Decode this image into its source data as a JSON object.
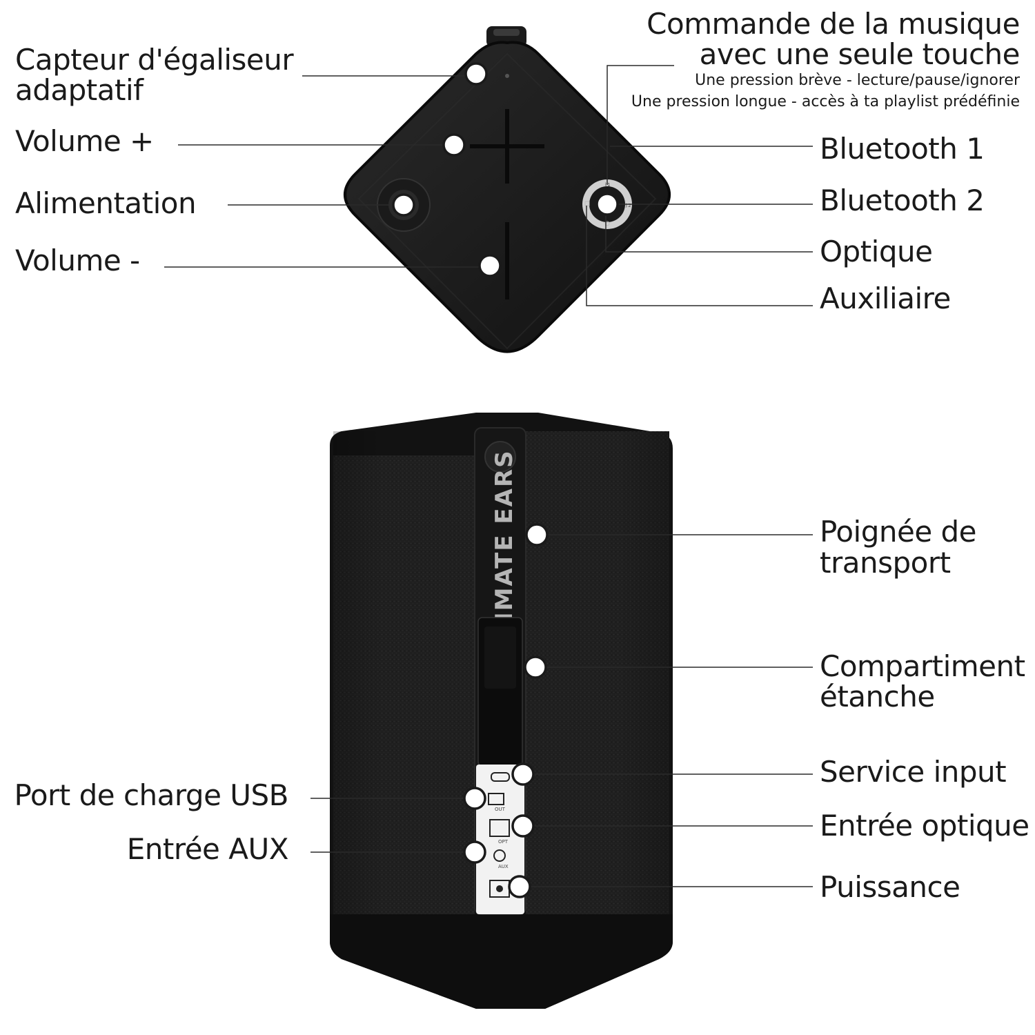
{
  "colors": {
    "body": "#141414",
    "fabric": "#1e1e1e",
    "panel": "#f2f2f2",
    "line": "#2a2a2a",
    "text": "#1a1a1a",
    "brand": "#b5b5b5"
  },
  "top_view": {
    "labels": {
      "eq_sensor": [
        "Capteur d'égaliseur",
        "adaptatif"
      ],
      "volume_up": "Volume +",
      "power": "Alimentation",
      "volume_down": "Volume -",
      "music_control_title": [
        "Commande de la musique",
        "avec une seule touche"
      ],
      "music_control_short": "Une pression brève - lecture/pause/ignorer",
      "music_control_long": "Une pression longue - accès à ta playlist prédéfinie",
      "bluetooth1": "Bluetooth 1",
      "bluetooth2": "Bluetooth 2",
      "optical": "Optique",
      "aux": "Auxiliaire"
    }
  },
  "side_view": {
    "brand_text": "IMATE EARS",
    "labels": {
      "handle": [
        "Poignée de",
        "transport"
      ],
      "waterproof": [
        "Compartiment",
        "étanche"
      ],
      "service_input": "Service input",
      "usb_charge": "Port de charge USB",
      "optical_in": "Entrée optique",
      "aux_in": "Entrée AUX",
      "power": "Puissance"
    },
    "port_marks": {
      "out": "OUT",
      "opt": "OPT",
      "aux": "AUX"
    }
  }
}
